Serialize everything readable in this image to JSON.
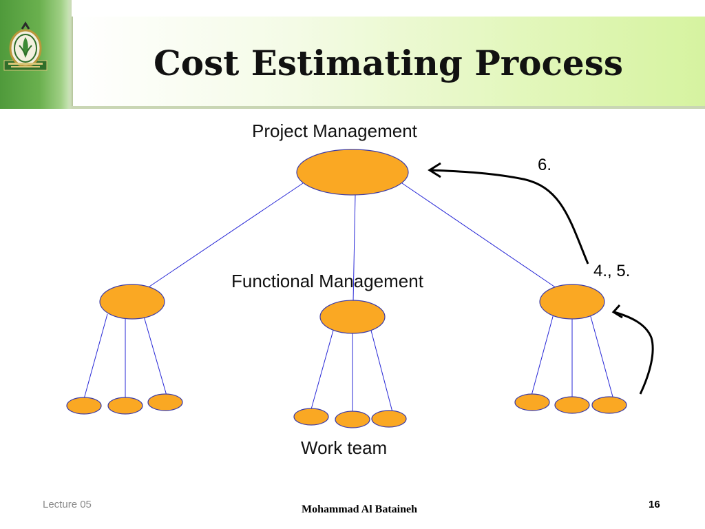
{
  "slide": {
    "title": "Cost Estimating Process"
  },
  "colors": {
    "node_fill": "#faa823",
    "node_stroke": "#3c3ca8",
    "edge": "#2626d6",
    "banner_green": "#d6f3a0",
    "logo_green": "#4f9a3b"
  },
  "diagram": {
    "levels": {
      "top": "Project Management",
      "middle": "Functional Management",
      "bottom": "Work team"
    },
    "steps": {
      "upper": "6.",
      "lower": "4., 5."
    }
  },
  "footer": {
    "lecture": "Lecture 05",
    "author": "Mohammad Al Bataineh",
    "page_number": "16"
  },
  "icons": {
    "logo": "university-crest-icon",
    "arrow_upper": "curved-arrow-icon",
    "arrow_lower": "curved-arrow-icon"
  }
}
